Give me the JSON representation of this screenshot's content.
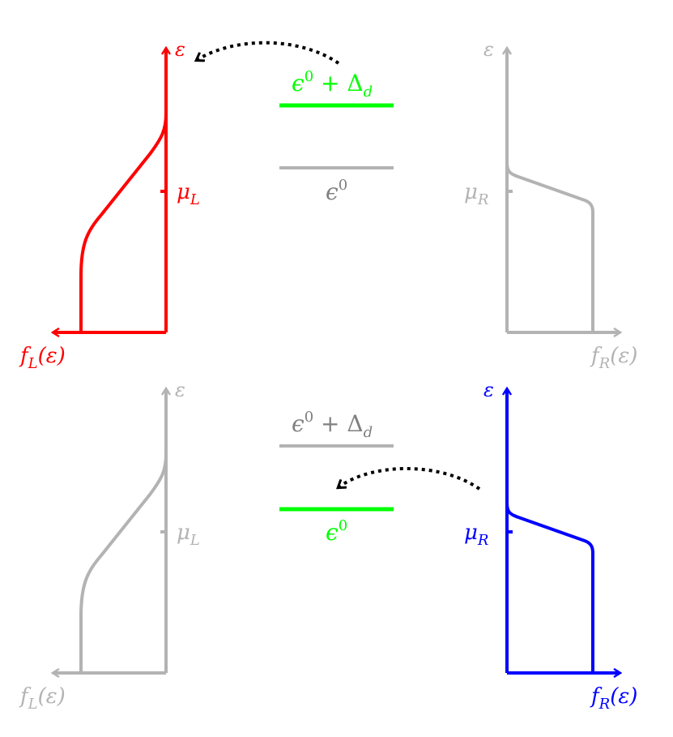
{
  "colors": {
    "left_active": "#ff0000",
    "right_active": "#0000ff",
    "inactive": "#b3b3b3",
    "level_active": "#00ff00",
    "level_inactive": "#b3b3b3",
    "label_inactive": "#808080",
    "hop_arrow": "#000000"
  },
  "top_panel": {
    "left_lead": {
      "state": "active",
      "energy_axis_label": "ε",
      "mu_label": "μ",
      "mu_sub": "L",
      "f_label": "f",
      "f_sub": "L",
      "f_arg": "(ε)"
    },
    "right_lead": {
      "state": "inactive",
      "energy_axis_label": "ε",
      "mu_label": "μ",
      "mu_sub": "R",
      "f_label": "f",
      "f_sub": "R",
      "f_arg": "(ε)"
    },
    "upper_level": {
      "state": "active",
      "label_base": "ϵ",
      "label_sup": "0",
      "label_plus": " + Δ",
      "label_sub": "d"
    },
    "lower_level": {
      "state": "inactive",
      "label_base": "ϵ",
      "label_sup": "0"
    }
  },
  "bottom_panel": {
    "left_lead": {
      "state": "inactive",
      "energy_axis_label": "ε",
      "mu_label": "μ",
      "mu_sub": "L",
      "f_label": "f",
      "f_sub": "L",
      "f_arg": "(ε)"
    },
    "right_lead": {
      "state": "active",
      "energy_axis_label": "ε",
      "mu_label": "μ",
      "mu_sub": "R",
      "f_label": "f",
      "f_sub": "R",
      "f_arg": "(ε)"
    },
    "upper_level": {
      "state": "inactive",
      "label_base": "ϵ",
      "label_sup": "0",
      "label_plus": " + Δ",
      "label_sub": "d"
    },
    "lower_level": {
      "state": "active",
      "label_base": "ϵ",
      "label_sup": "0"
    }
  }
}
